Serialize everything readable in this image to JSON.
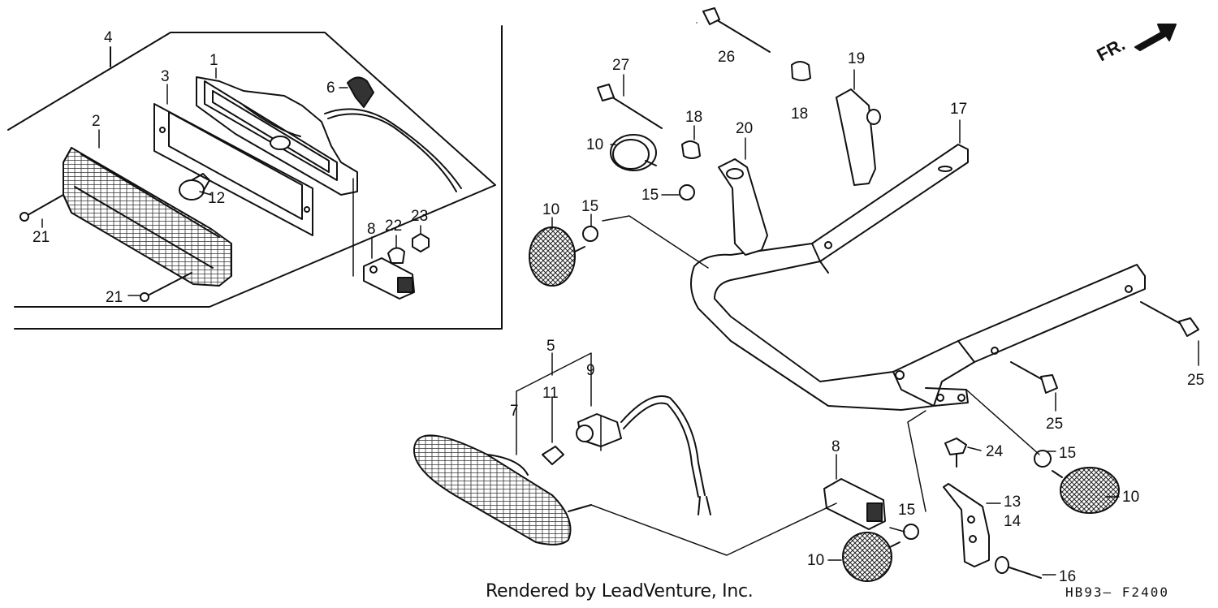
{
  "direction_marker": "FR.",
  "footer": {
    "credit": "Rendered by LeadVenture, Inc.",
    "diagram_code": "HB93– F2400"
  },
  "labels": [
    {
      "id": "p1",
      "text": "1"
    },
    {
      "id": "p2",
      "text": "2"
    },
    {
      "id": "p3",
      "text": "3"
    },
    {
      "id": "p4",
      "text": "4"
    },
    {
      "id": "p5",
      "text": "5"
    },
    {
      "id": "p6",
      "text": "6"
    },
    {
      "id": "p7",
      "text": "7"
    },
    {
      "id": "p8a",
      "text": "8"
    },
    {
      "id": "p8b",
      "text": "8"
    },
    {
      "id": "p9",
      "text": "9"
    },
    {
      "id": "p10a",
      "text": "10"
    },
    {
      "id": "p10b",
      "text": "10"
    },
    {
      "id": "p10c",
      "text": "10"
    },
    {
      "id": "p10d",
      "text": "10"
    },
    {
      "id": "p11",
      "text": "11"
    },
    {
      "id": "p12",
      "text": "12"
    },
    {
      "id": "p13",
      "text": "13"
    },
    {
      "id": "p14",
      "text": "14"
    },
    {
      "id": "p15a",
      "text": "15"
    },
    {
      "id": "p15b",
      "text": "15"
    },
    {
      "id": "p15c",
      "text": "15"
    },
    {
      "id": "p15d",
      "text": "15"
    },
    {
      "id": "p16",
      "text": "16"
    },
    {
      "id": "p17",
      "text": "17"
    },
    {
      "id": "p18a",
      "text": "18"
    },
    {
      "id": "p18b",
      "text": "18"
    },
    {
      "id": "p19",
      "text": "19"
    },
    {
      "id": "p20",
      "text": "20"
    },
    {
      "id": "p21a",
      "text": "21"
    },
    {
      "id": "p21b",
      "text": "21"
    },
    {
      "id": "p22",
      "text": "22"
    },
    {
      "id": "p23",
      "text": "23"
    },
    {
      "id": "p24",
      "text": "24"
    },
    {
      "id": "p25a",
      "text": "25"
    },
    {
      "id": "p25b",
      "text": "25"
    },
    {
      "id": "p26",
      "text": "26"
    },
    {
      "id": "p27",
      "text": "27"
    }
  ]
}
